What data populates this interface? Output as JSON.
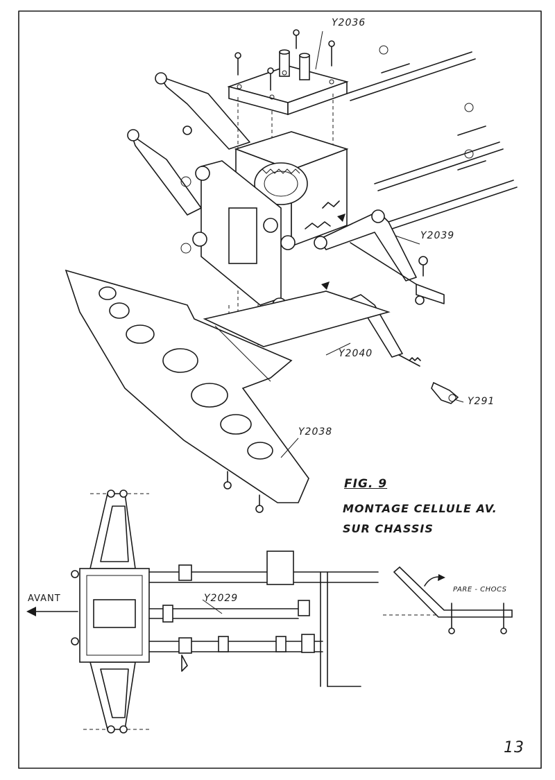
{
  "page_number": "13",
  "figure": {
    "number": "FIG. 9",
    "caption_line1": "MONTAGE CELLULE AV.",
    "caption_line2": "SUR CHASSIS"
  },
  "part_labels": {
    "top_plate": "Y2036",
    "upper_wishbone": "Y2039",
    "lower_wishbone": "Y2040",
    "ball_joint": "Y291",
    "front_bumper": "Y2038",
    "steering_rod": "Y2029"
  },
  "inset_labels": {
    "direction": "AVANT",
    "bumper": "PARE - CHOCS"
  }
}
